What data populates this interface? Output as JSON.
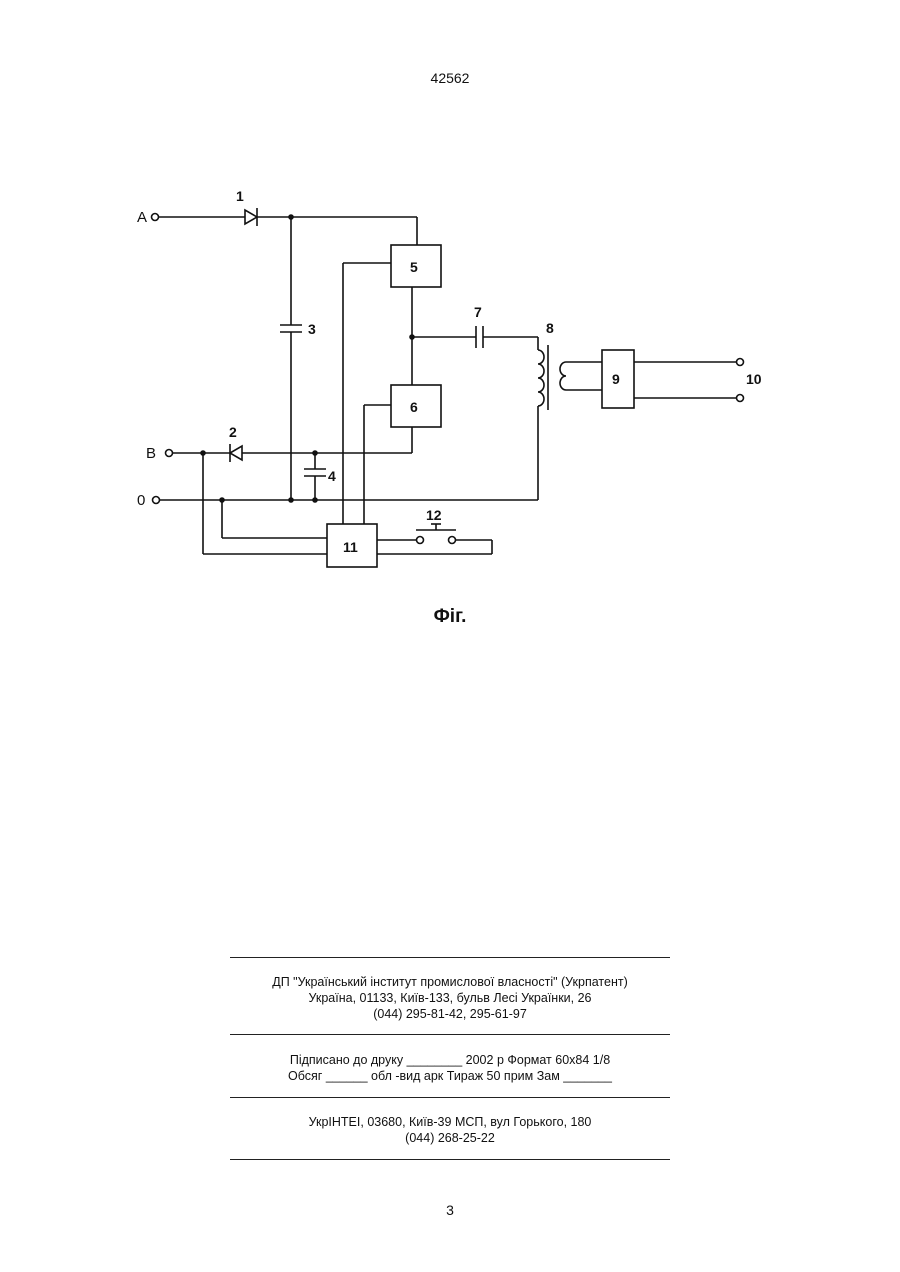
{
  "document_number": "42562",
  "figure": {
    "caption": "Фіг.",
    "labels": {
      "terminal_a": "A",
      "terminal_b": "B",
      "terminal_0": "0",
      "diode_1": "1",
      "diode_2": "2",
      "capacitor_3": "3",
      "capacitor_4": "4",
      "block_5": "5",
      "block_6": "6",
      "capacitor_7": "7",
      "transformer_8": "8",
      "block_9": "9",
      "output_10": "10",
      "block_11": "11",
      "button_12": "12"
    }
  },
  "imprint": {
    "publisher_line1": "ДП \"Український інститут промислової власності\" (Укрпатент)",
    "publisher_line2": "Україна, 01133, Київ-133, бульв  Лесі Українки, 26",
    "publisher_line3": "(044) 295-81-42, 295-61-97",
    "print_line1": "Підписано до друку ________ 2002 р     Формат 60х84 1/8",
    "print_line2": "Обсяг ______ обл -вид  арк    Тираж 50 прим     Зам _______",
    "printer_line1": "УкрІНТЕІ, 03680, Київ-39 МСП, вул  Горького, 180",
    "printer_line2": "(044) 268-25-22"
  },
  "page_number": "3"
}
